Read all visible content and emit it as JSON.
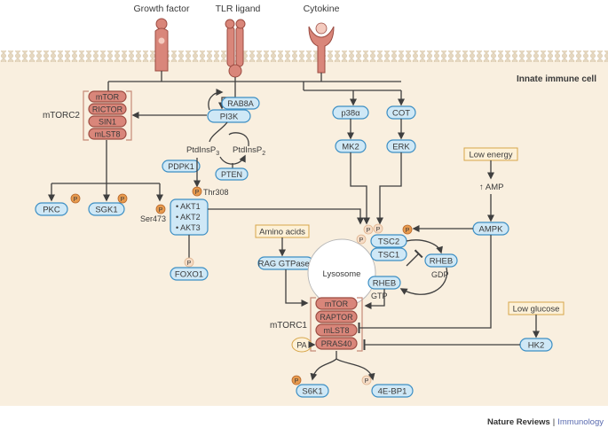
{
  "membrane": {
    "ligands": {
      "growth_factor": "Growth factor",
      "tlr_ligand": "TLR ligand",
      "cytokine": "Cytokine"
    },
    "cell_label": "Innate immune cell",
    "colors": {
      "outside": "#ffffff",
      "cell": "#f9efdf",
      "membrane": "#e9dcc7"
    }
  },
  "nodes": {
    "rab8a": "RAB8A",
    "pi3k": "PI3K",
    "ptdins3": "PtdInsP",
    "ptdins3_sub": "3",
    "ptdins2": "PtdInsP",
    "ptdins2_sub": "2",
    "pdpk1": "PDPK1",
    "pten": "PTEN",
    "p38": "p38α",
    "cot": "COT",
    "mk2": "MK2",
    "erk": "ERK",
    "pkc": "PKC",
    "sgk1": "SGK1",
    "ser473": "Ser473",
    "thr308": "Thr308",
    "akt1": "• AKT1",
    "akt2": "• AKT2",
    "akt3": "• AKT3",
    "foxo1": "FOXO1",
    "amino_acids": "Amino acids",
    "rag": "RAG GTPases",
    "lysosome": "Lysosome",
    "tsc2": "TSC2",
    "tsc1": "TSC1",
    "rheb_gdp": "RHEB",
    "gdp": "GDP",
    "rheb_gtp": "RHEB",
    "gtp": "GTP",
    "low_energy": "Low energy",
    "amp": "↑ AMP",
    "ampk": "AMPK",
    "low_glucose": "Low glucose",
    "hk2": "HK2",
    "pa": "PA",
    "s6k1": "S6K1",
    "ebp1": "4E-BP1",
    "p": "P"
  },
  "mtorc2": {
    "label": "mTORC2",
    "parts": [
      "mTOR",
      "RICTOR",
      "SIN1",
      "mLST8"
    ]
  },
  "mtorc1": {
    "label": "mTORC1",
    "parts": [
      "mTOR",
      "RAPTOR",
      "mLST8",
      "PRAS40"
    ]
  },
  "footer": {
    "journal": "Nature Reviews",
    "separator": "|",
    "section": "Immunology",
    "section_color": "#5a6bb0"
  }
}
